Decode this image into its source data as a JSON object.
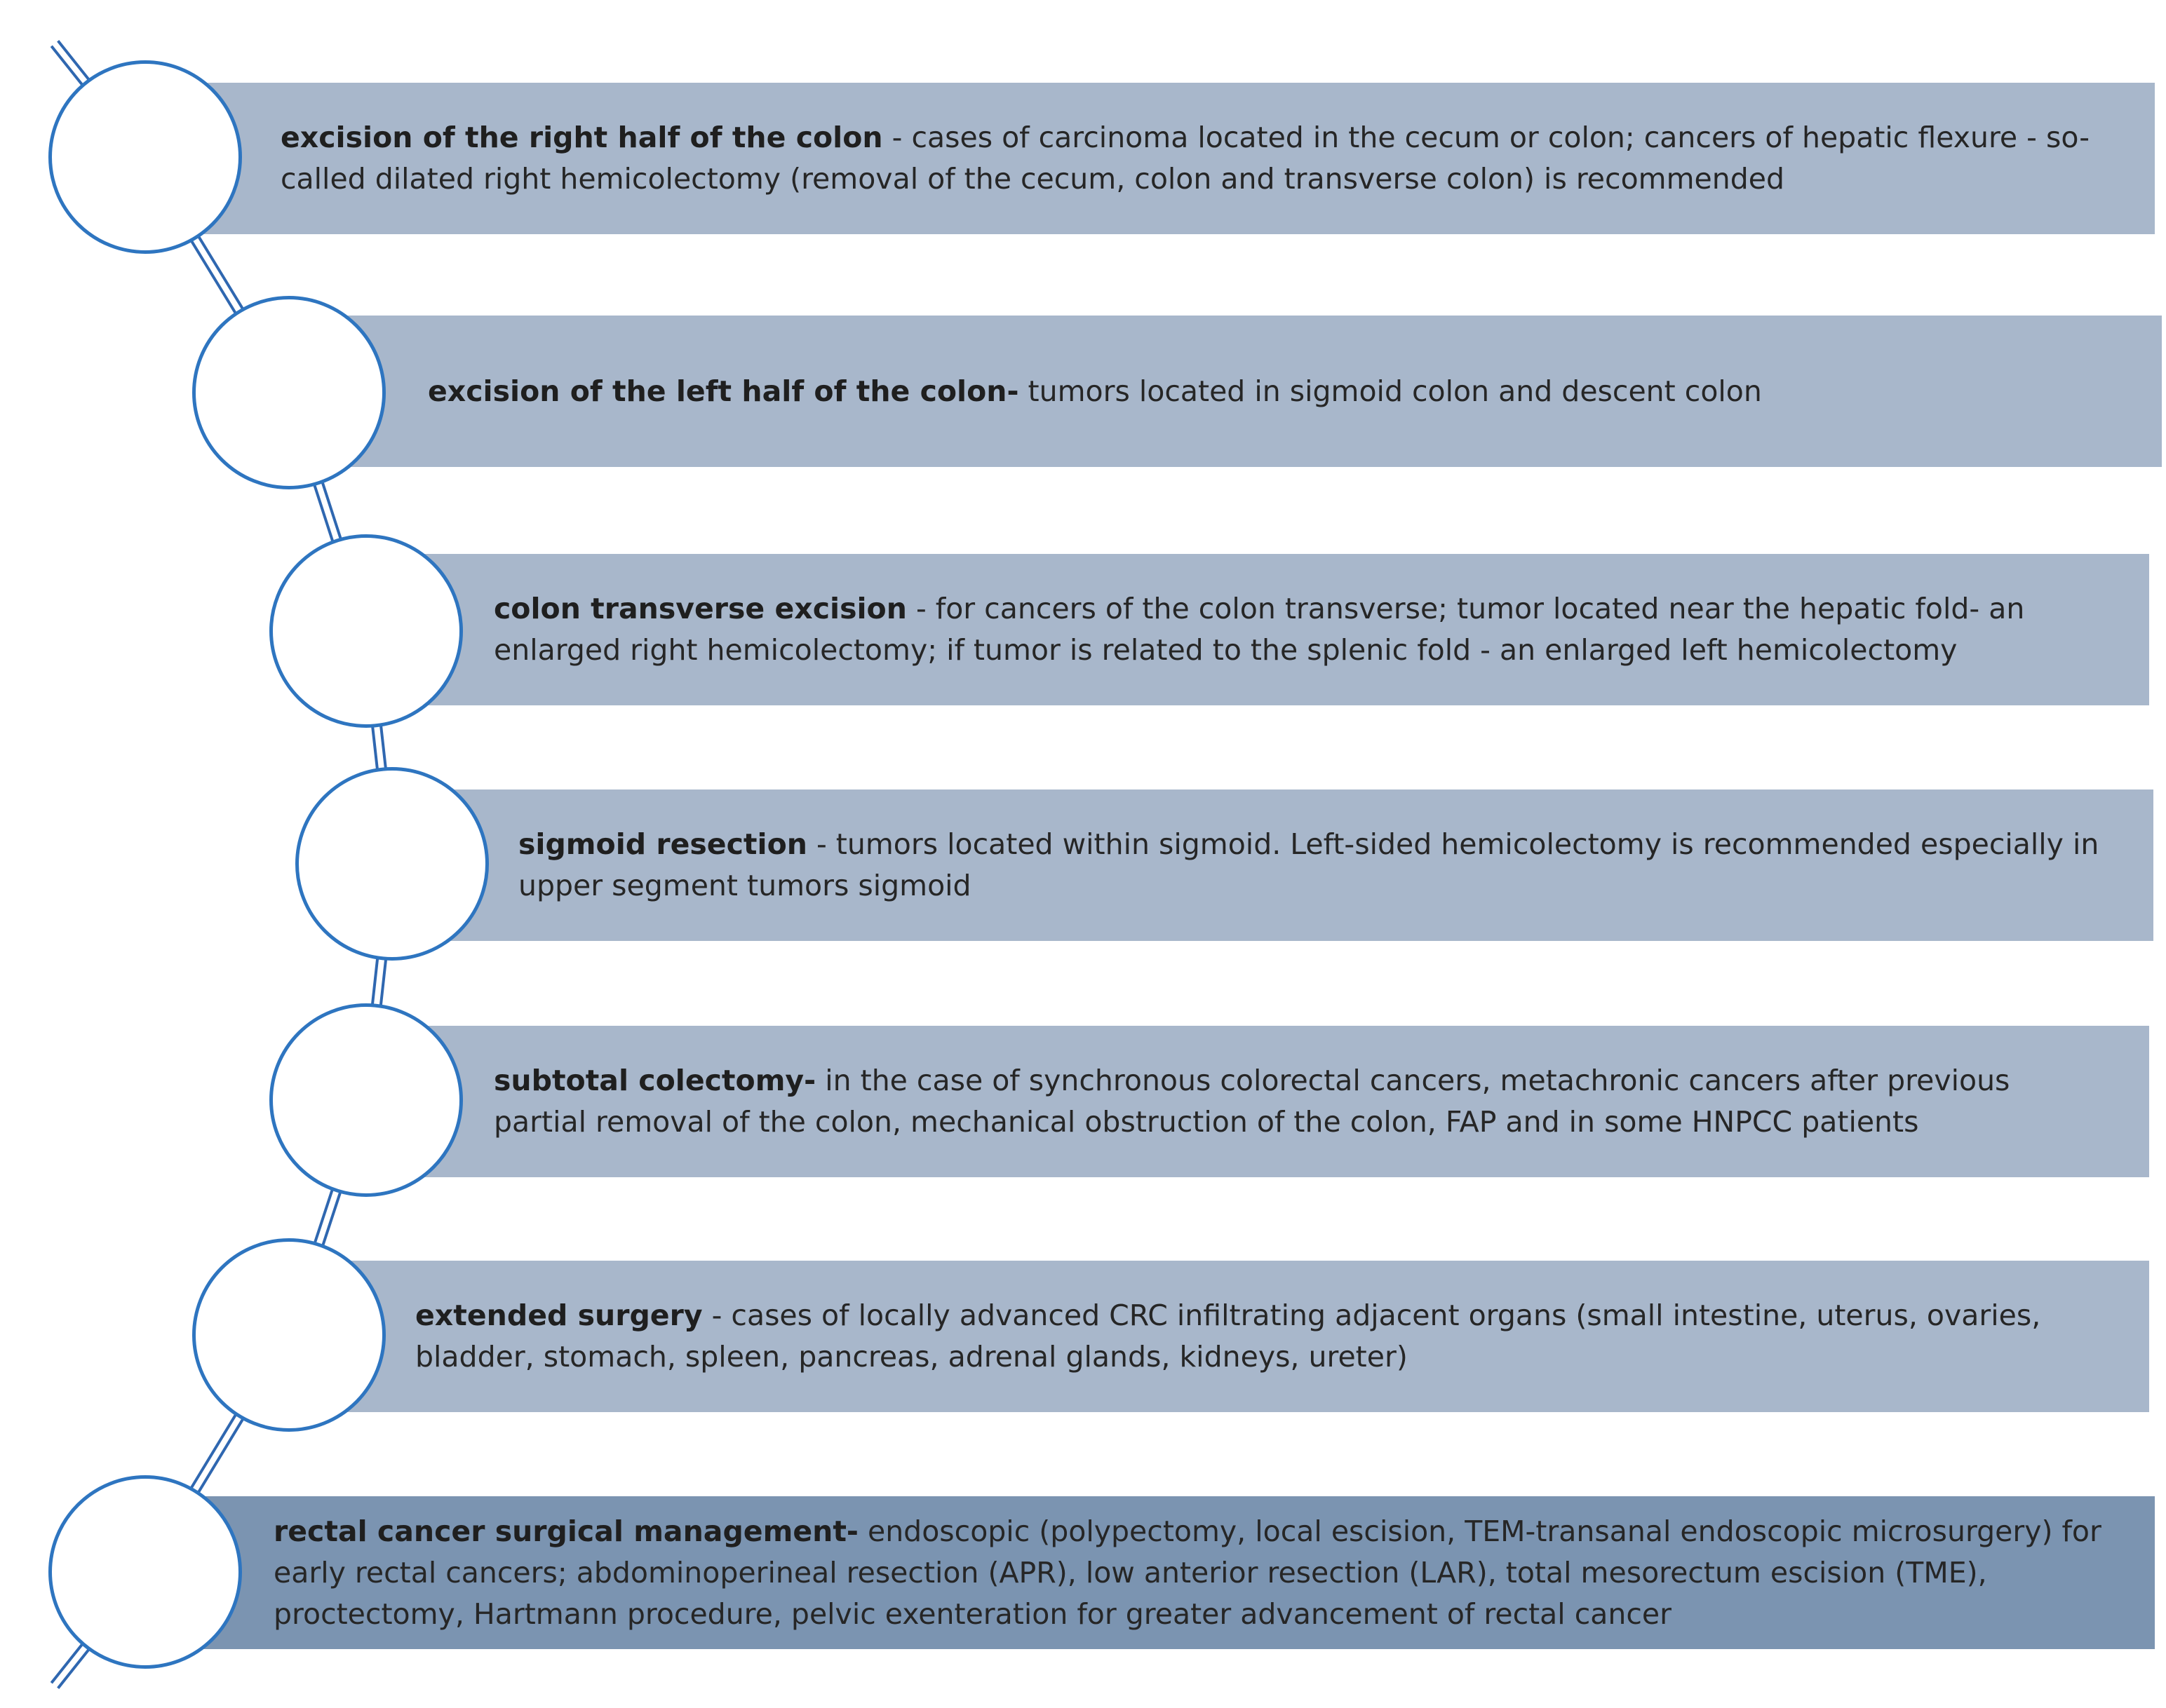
{
  "diagram": {
    "colors": {
      "bar": "#a8b7cb",
      "bar_highlight": "#7b94b1",
      "node_outline": "#2e75c0",
      "connector": "#2f67b0",
      "text": "#262626"
    },
    "items": [
      {
        "title": "excision of the right half of the colon",
        "text": " - cases of carcinoma located in the cecum or colon; cancers of hepatic flexure - so-called dilated right hemicolectomy (removal of the cecum, colon and transverse colon) is recommended"
      },
      {
        "title": "excision of the left half of the colon-",
        "text": " tumors located in sigmoid colon and descent colon"
      },
      {
        "title": "colon transverse excision",
        "text": " - for cancers of the colon transverse; tumor located near the hepatic fold- an enlarged right hemicolectomy; if tumor is related to the splenic fold - an enlarged left hemicolectomy"
      },
      {
        "title": "sigmoid resection",
        "text": " - tumors located within sigmoid. Left-sided hemicolectomy is recommended especially in upper segment tumors sigmoid"
      },
      {
        "title": "subtotal colectomy-",
        "text": " in the case of synchronous colorectal cancers, metachronic cancers after previous partial removal of the colon, mechanical obstruction of the colon, FAP and in some HNPCC patients"
      },
      {
        "title": "extended surgery",
        "text": " - cases of locally advanced CRC infiltrating adjacent organs (small intestine, uterus, ovaries, bladder, stomach, spleen, pancreas, adrenal glands, kidneys, ureter)"
      },
      {
        "title": "rectal cancer surgical management-",
        "text": " endoscopic (polypectomy, local escision, TEM-transanal endoscopic microsurgery) for early rectal cancers; abdominoperineal resection (APR), low anterior resection (LAR), total mesorectum escision (TME), proctectomy, Hartmann procedure, pelvic exenteration for greater advancement of rectal cancer"
      }
    ]
  }
}
